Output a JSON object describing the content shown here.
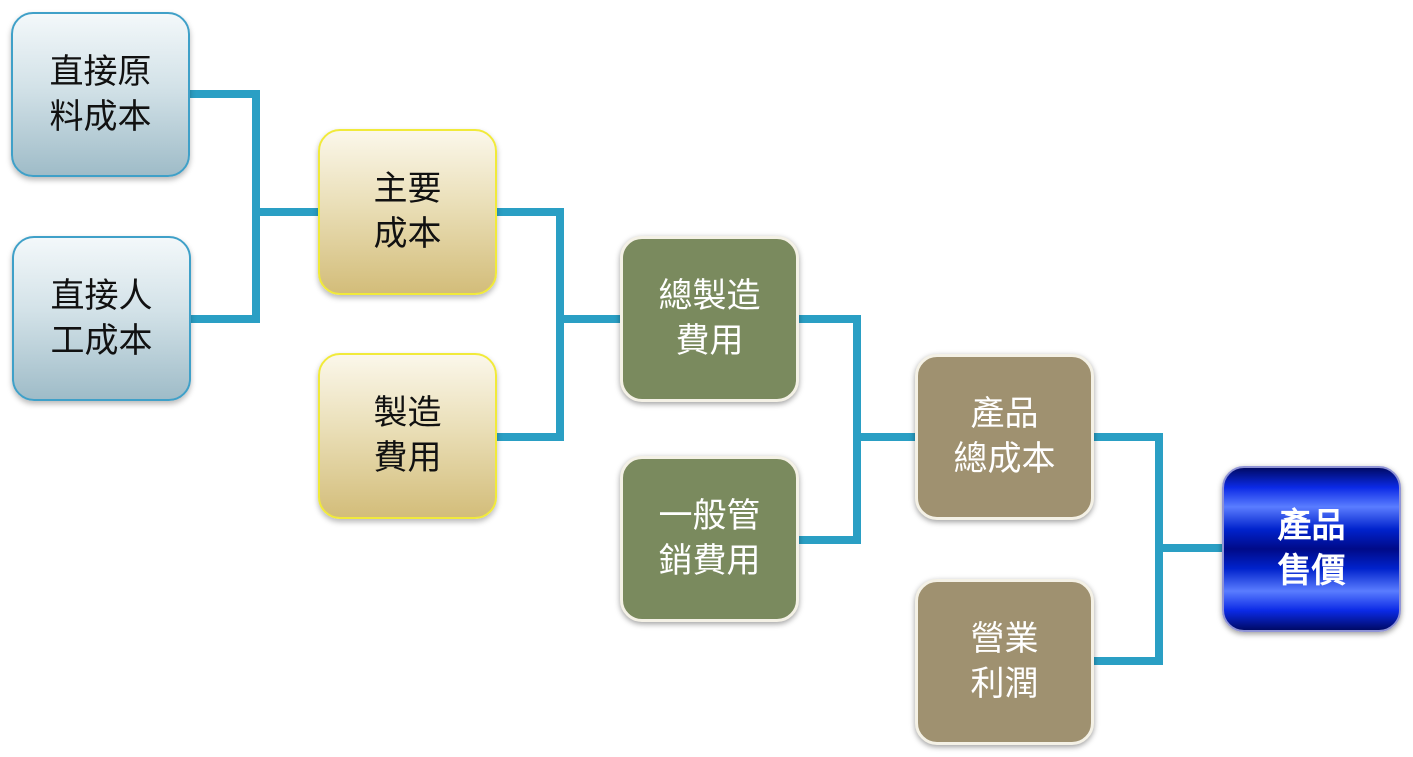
{
  "diagram": {
    "nodes": {
      "direct_material": "直接原\n料成本",
      "direct_labor": "直接人\n工成本",
      "prime_cost": "主要\n成本",
      "manufacturing_overhead": "製造\n費用",
      "total_manufacturing_cost": "總製造\n費用",
      "general_admin_selling": "一般管\n銷費用",
      "total_product_cost": "產品\n總成本",
      "operating_profit": "營業\n利潤",
      "product_price": "產品\n售價"
    },
    "colors": {
      "connector": "#2a9fc4",
      "raw_box_border": "#3fa0c8",
      "gold_box_border": "#f1ea3a",
      "olive_box": "#7a8a5e",
      "khaki_box": "#9f9170",
      "final_box": "#0022cc"
    }
  }
}
